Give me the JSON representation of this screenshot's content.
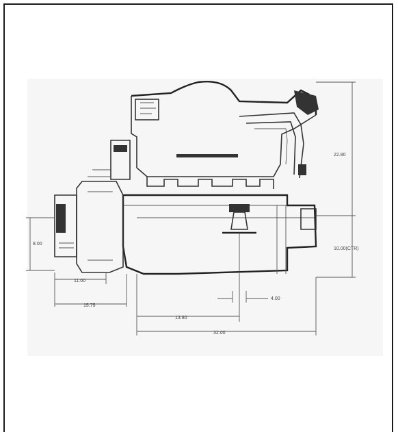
{
  "drawing": {
    "dimensions": {
      "height_upper": "22.80",
      "height_lower": "10.00(CTR)",
      "left_height": "8.00",
      "flange_width": "11.00",
      "flange_offset": "15.75",
      "mid_length": "13.80",
      "overall_length": "32.00",
      "mount_width": "4.00"
    }
  }
}
